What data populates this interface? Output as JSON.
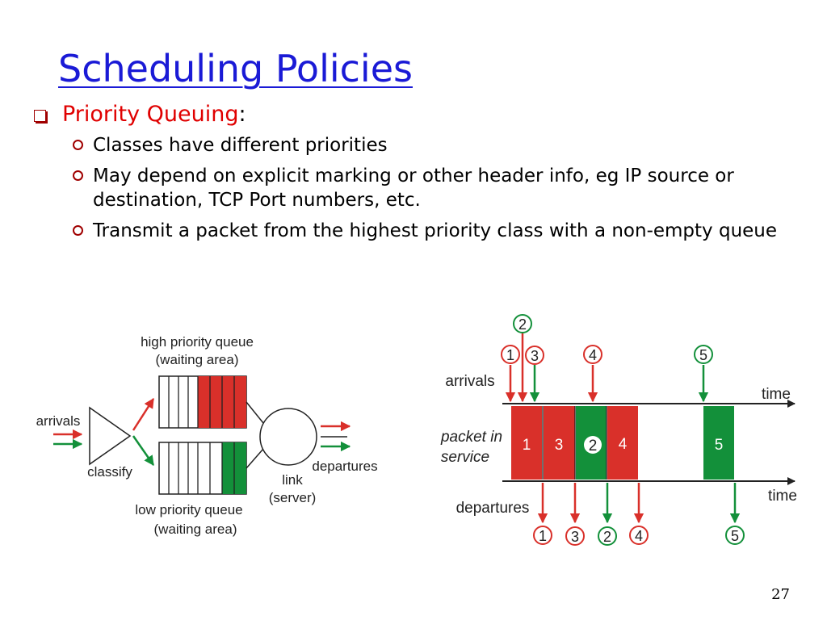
{
  "slide": {
    "title": "Scheduling Policies",
    "page_number": "27"
  },
  "bullet": {
    "highlight": "Priority Queuing",
    "suffix": ":",
    "subitems": [
      "Classes have different priorities",
      "May depend on explicit marking or other header info, eg IP source or destination, TCP Port numbers, etc.",
      "Transmit a packet from the highest priority class with a non-empty queue"
    ]
  },
  "queue_diagram": {
    "high_queue_label_line1": "high priority queue",
    "high_queue_label_line2": "(waiting area)",
    "low_queue_label_line1": "low priority queue",
    "low_queue_label_line2": "(waiting area)",
    "arrivals_label": "arrivals",
    "classify_label": "classify",
    "departures_label": "departures",
    "link_label_line1": "link",
    "link_label_line2": "(server)"
  },
  "timeline": {
    "arrivals_label": "arrivals",
    "departures_label": "departures",
    "packet_in_service_line1": "packet in",
    "packet_in_service_line2": "service",
    "time_label_top": "time",
    "time_label_bottom": "time",
    "arrival_markers": [
      "1",
      "2",
      "3",
      "4",
      "5"
    ],
    "service_packets": [
      "1",
      "3",
      "2",
      "4",
      "5"
    ],
    "departure_markers": [
      "1",
      "3",
      "2",
      "4",
      "5"
    ]
  },
  "colors": {
    "title": "#1a1ad6",
    "highlight": "#e00000",
    "high_priority": "#d9302a",
    "low_priority": "#13903a",
    "bullet": "#a00000"
  }
}
